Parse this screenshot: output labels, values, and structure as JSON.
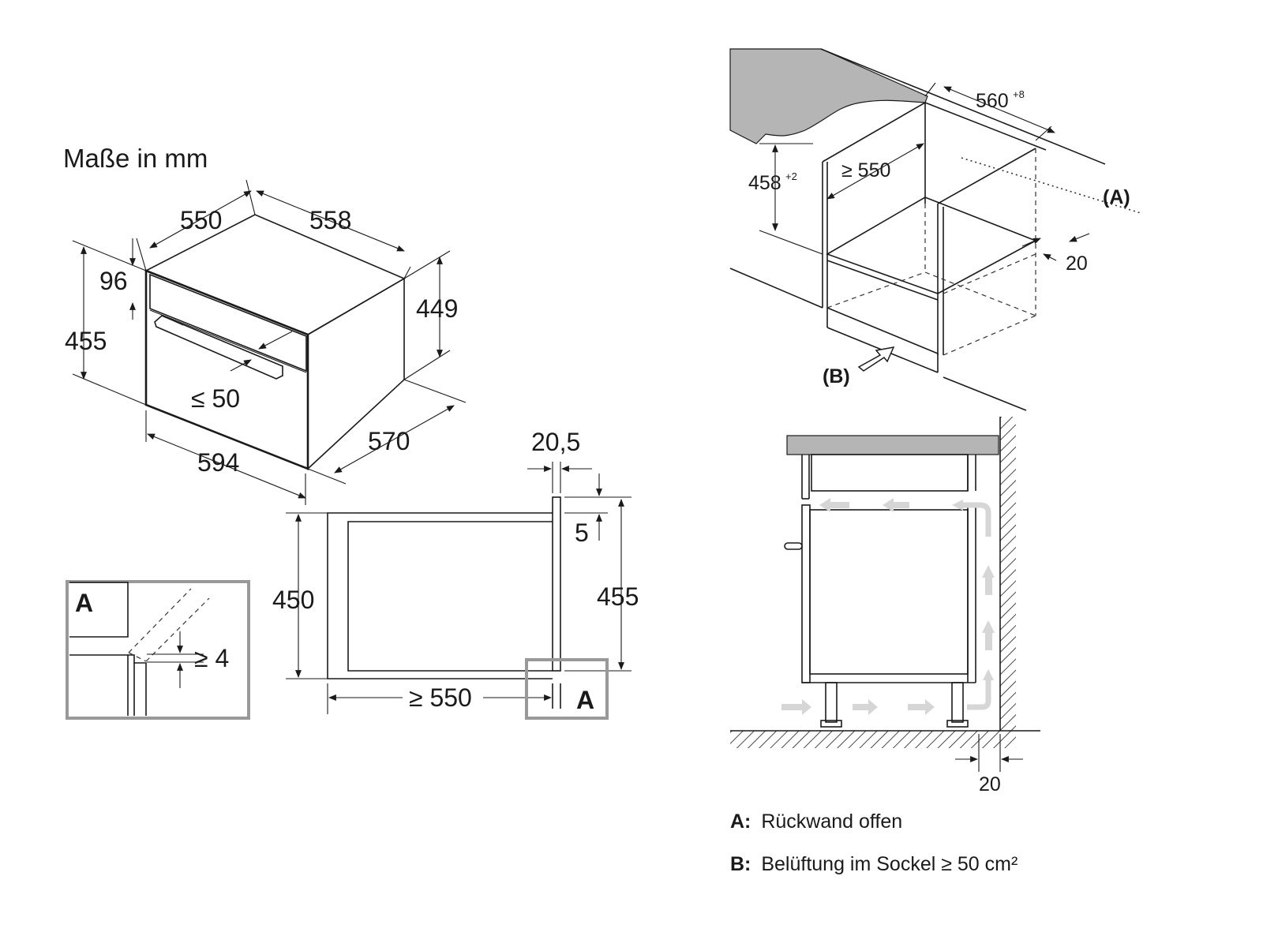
{
  "title": "Maße in mm",
  "oven_dimensions": {
    "depth_body": "550",
    "width_top": "558",
    "panel_height": "96",
    "front_height": "455",
    "body_height": "449",
    "handle_gap": "≤ 50",
    "total_depth": "570",
    "front_width": "594"
  },
  "side_section": {
    "front_thickness": "20,5",
    "front_offset": "5",
    "niche_height": "450",
    "front_height": "455",
    "niche_depth": "≥ 550",
    "detail_ref": "A"
  },
  "detail_a": {
    "label": "A",
    "gap": "≥ 4"
  },
  "cabinet_iso": {
    "niche_width": "560",
    "niche_width_tol": "+8",
    "niche_height": "458",
    "niche_height_tol": "+2",
    "niche_depth": "≥ 550",
    "back_gap": "20",
    "marker_a": "(A)",
    "marker_b": "(B)"
  },
  "cabinet_section": {
    "wall_gap": "20"
  },
  "legend": [
    {
      "key": "A:",
      "text": "Rückwand offen"
    },
    {
      "key": "B:",
      "text": "Belüftung im Sockel ≥ 50 cm²"
    }
  ],
  "colors": {
    "lines": "#1a1a1a",
    "detail_frame": "#999999",
    "airflow": "#d6d6d6",
    "worktop": "#b5b5b5"
  }
}
